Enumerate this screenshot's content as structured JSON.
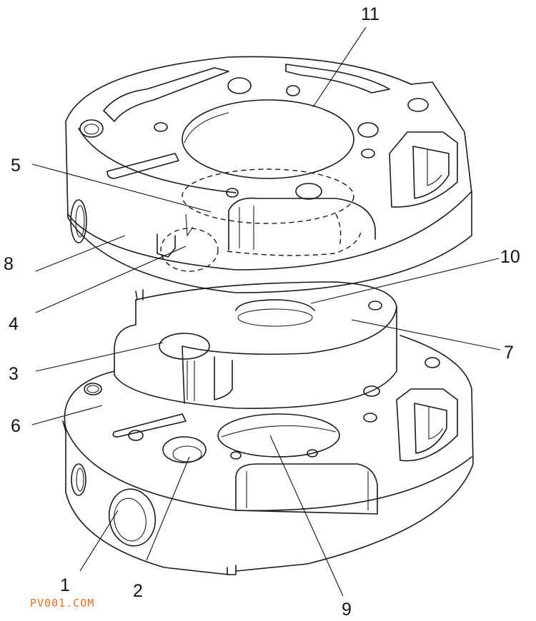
{
  "labels": [
    {
      "id": "1",
      "text": "1"
    },
    {
      "id": "2",
      "text": "2"
    },
    {
      "id": "3",
      "text": "3"
    },
    {
      "id": "4",
      "text": "4"
    },
    {
      "id": "5",
      "text": "5"
    },
    {
      "id": "6",
      "text": "6"
    },
    {
      "id": "7",
      "text": "7"
    },
    {
      "id": "8",
      "text": "8"
    },
    {
      "id": "9",
      "text": "9"
    },
    {
      "id": "10",
      "text": "10"
    },
    {
      "id": "11",
      "text": "11"
    }
  ],
  "watermark": "PV001.COM",
  "colors": {
    "line": "#1a1a1a",
    "watermark": "#e0702a",
    "background": "#ffffff"
  }
}
